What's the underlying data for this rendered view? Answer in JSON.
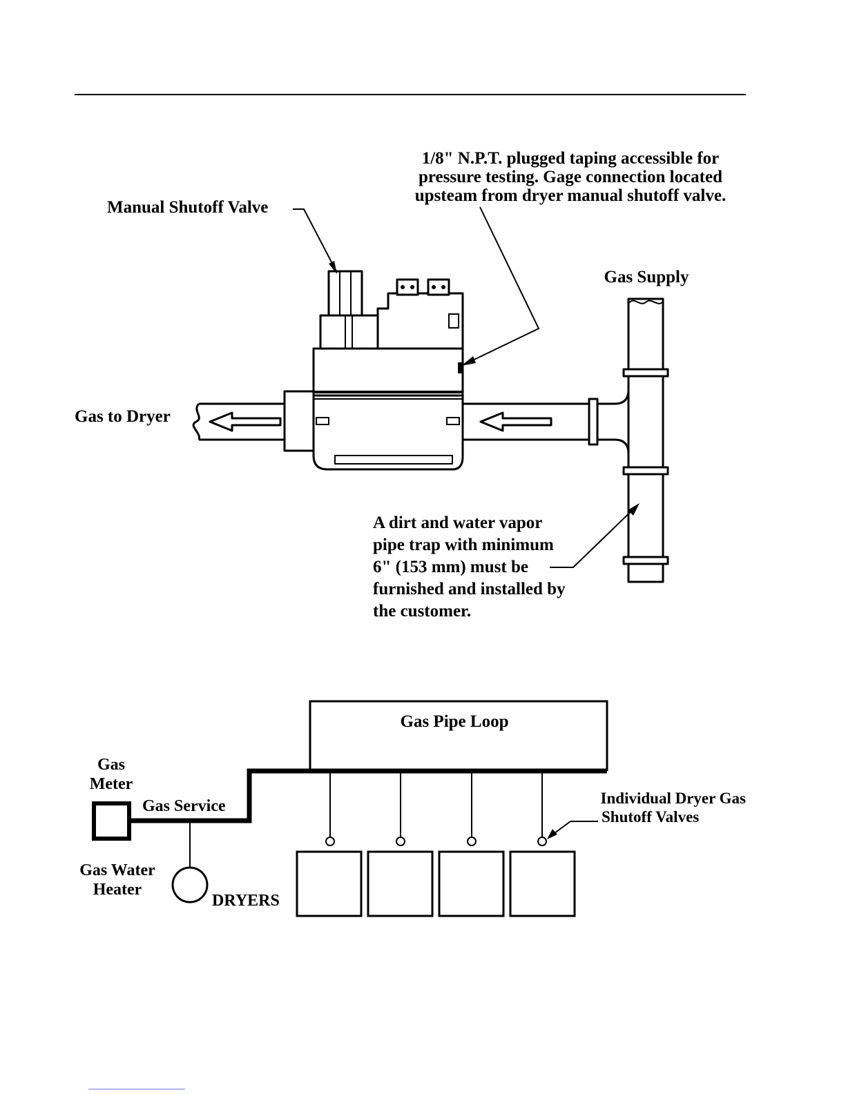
{
  "valve_diagram": {
    "manual_shutoff_label": "Manual Shutoff Valve",
    "taping_note": [
      "1/8\" N.P.T. plugged taping accessible for",
      "pressure testing.  Gage connection located",
      "upsteam from dryer manual shutoff valve."
    ],
    "gas_supply_label": "Gas Supply",
    "gas_to_dryer_label": "Gas to Dryer",
    "pipe_trap_note": [
      "A dirt and water vapor",
      "pipe trap with minimum",
      "6\" (153 mm) must be",
      "furnished and installed by",
      "the customer."
    ]
  },
  "loop_diagram": {
    "loop_label": "Gas Pipe Loop",
    "meter_label": [
      "Gas",
      "Meter"
    ],
    "service_label": "Gas Service",
    "water_heater_label": [
      "Gas Water",
      "Heater"
    ],
    "dryers_label": "DRYERS",
    "shutoff_label": [
      "Individual Dryer Gas",
      "Shutoff Valves"
    ]
  }
}
